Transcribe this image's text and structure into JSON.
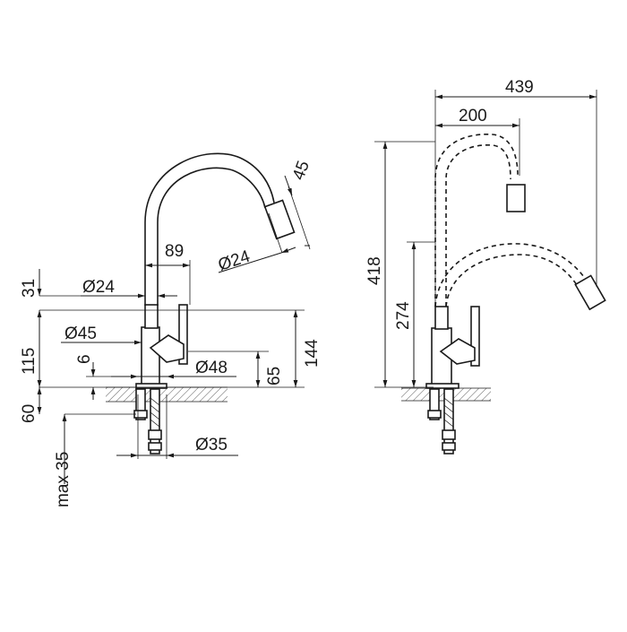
{
  "dimensions": {
    "d_31": "31",
    "d_115": "115",
    "d_60": "60",
    "d_max35": "max 35",
    "d_6": "6",
    "d_dia24_top": "Ø24",
    "d_dia45": "Ø45",
    "d_dia48": "Ø48",
    "d_dia35": "Ø35",
    "d_89": "89",
    "d_dia24_spout": "Ø24",
    "d_45": "45",
    "d_144": "144",
    "d_65": "65",
    "d_439": "439",
    "d_200": "200",
    "d_418": "418",
    "d_274": "274"
  }
}
